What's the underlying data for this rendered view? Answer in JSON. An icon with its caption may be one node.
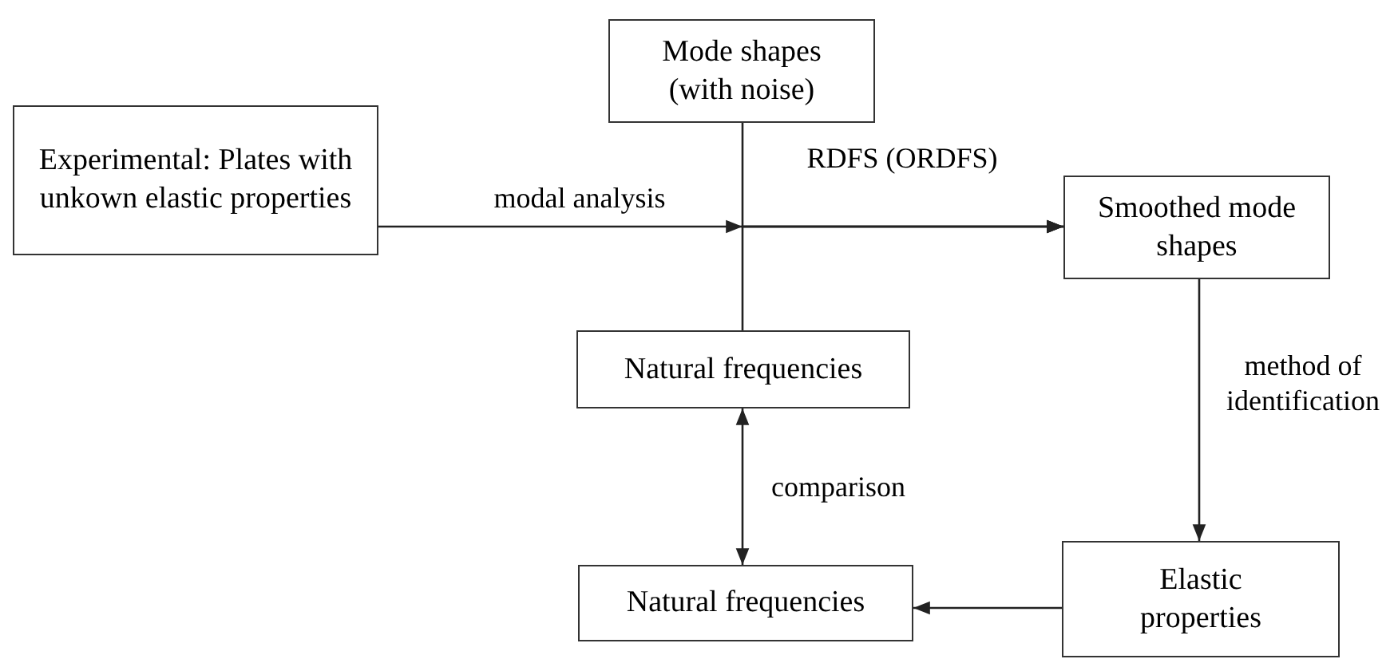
{
  "diagram": {
    "nodes": [
      {
        "text": [
          "Experimental: Plates with unkown elastic properties"
        ]
      },
      {
        "text": [
          "Mode shapes (with noise)"
        ]
      },
      {
        "text": [
          "Smoothed mode shapes"
        ]
      },
      {
        "text": [
          "Natural frequencies"
        ]
      },
      {
        "text": [
          "Natural frequencies"
        ]
      },
      {
        "text": [
          "Elastic properties"
        ]
      }
    ],
    "edges": [
      {
        "from": 0,
        "to": 2,
        "arrow": "to",
        "label": "modal analysis"
      },
      {
        "from": 1,
        "to": 2,
        "arrow": "to",
        "label": "RDFS (ORDFS)"
      },
      {
        "from": 3,
        "to": 2,
        "arrow": "to"
      },
      {
        "from": 2,
        "to": 5,
        "arrow": "to",
        "label": "method of identification"
      },
      {
        "from": 5,
        "to": 4,
        "arrow": "to"
      },
      {
        "from": 3,
        "to": 4,
        "arrow": "both",
        "label": "comparison"
      }
    ]
  }
}
